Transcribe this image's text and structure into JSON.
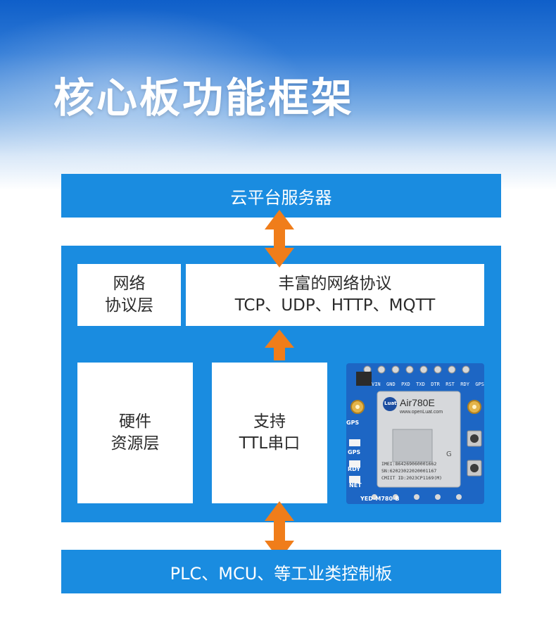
{
  "page": {
    "title": "核心板功能框架"
  },
  "cloud": {
    "label": "云平台服务器"
  },
  "network": {
    "layer_line1": "网络",
    "layer_line2": "协议层",
    "protocols_line1": "丰富的网络协议",
    "protocols_line2": "TCP、UDP、HTTP、MQTT"
  },
  "hardware": {
    "layer_line1": "硬件",
    "layer_line2": "资源层",
    "serial_line1": "支持",
    "serial_line2": "TTL串口"
  },
  "module": {
    "brand": "Air780E",
    "url": "www.openLuat.com",
    "logo_text": "Luat",
    "imei": "IMEI:864269060001662",
    "sn": "SN:62023022020001167",
    "cmiit": "CMIIT ID:2023CP1169(M)",
    "board_name": "YED-M780-B",
    "pins": [
      "VIN",
      "GND",
      "PXD",
      "TXD",
      "DTR",
      "RST",
      "RDY",
      "GPS"
    ],
    "side_labels": [
      "GPS",
      "GPS",
      "RDY",
      "NET"
    ],
    "chip_mark": "G"
  },
  "bottom": {
    "label": "PLC、MCU、等工业类控制板"
  },
  "colors": {
    "accent_blue": "#1a8ce0",
    "arrow_orange": "#f07d1a",
    "pcb_blue": "#1d66c4"
  }
}
